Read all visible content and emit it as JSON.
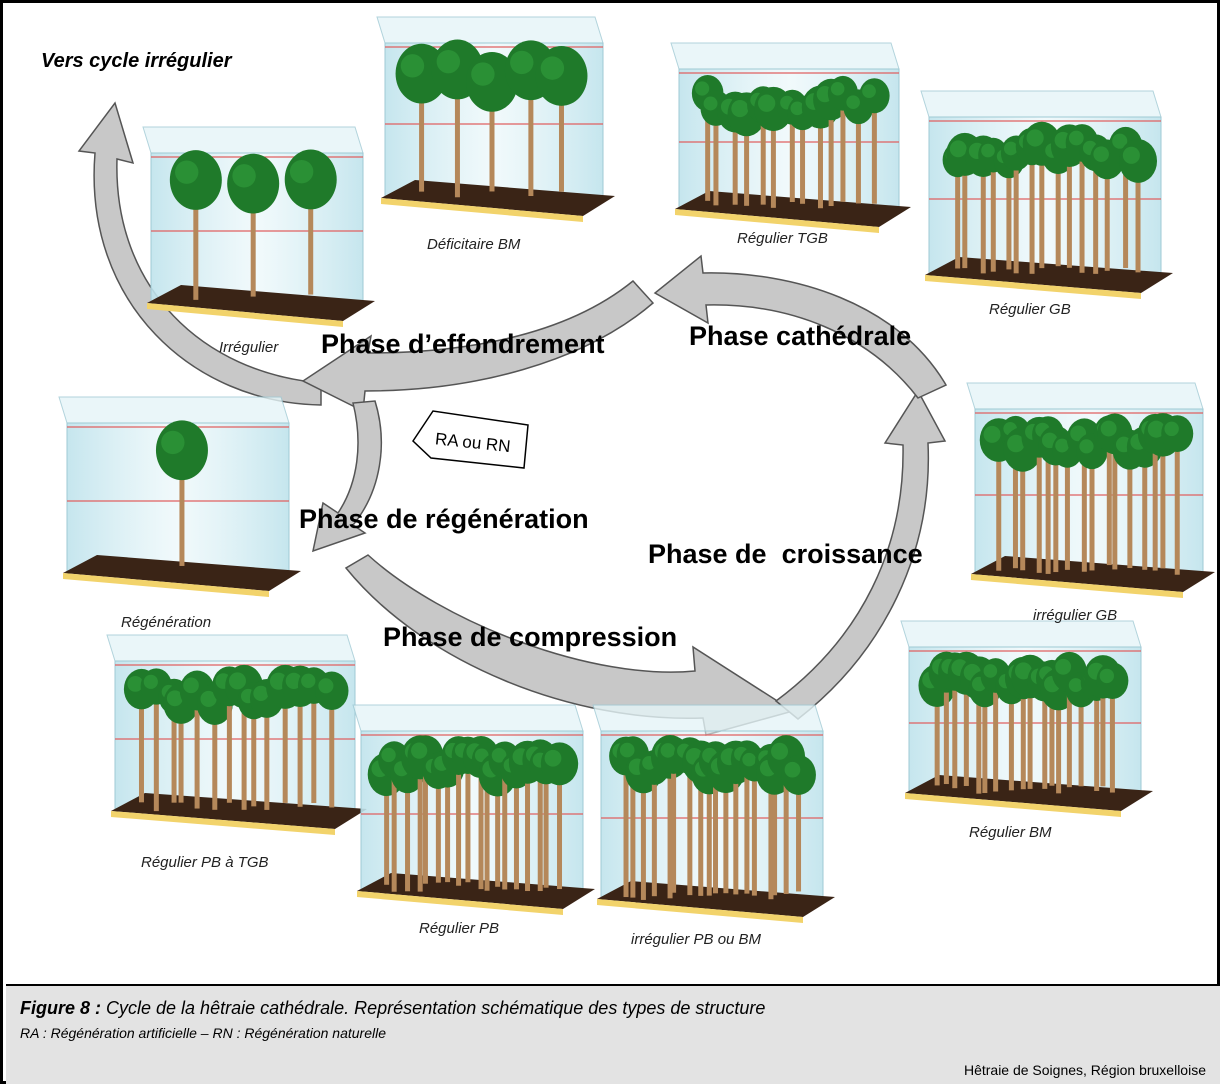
{
  "diagram": {
    "top_label": "Vers cycle irrégulier",
    "phases": {
      "effondrement": "Phase d’effondrement",
      "cathedrale": "Phase cathédrale",
      "regeneration": "Phase de régénération",
      "croissance": "Phase de  croissance",
      "compression": "Phase de compression"
    },
    "ra_rn_label": "RA ou RN",
    "stands": [
      {
        "label": "Irrégulier"
      },
      {
        "label": "Déficitaire BM"
      },
      {
        "label": "Régulier TGB"
      },
      {
        "label": "Régulier GB"
      },
      {
        "label": "Régénération"
      },
      {
        "label": "irrégulier GB"
      },
      {
        "label": "Régulier PB à TGB"
      },
      {
        "label": "Régulier PB"
      },
      {
        "label": "irrégulier PB ou BM"
      },
      {
        "label": "Régulier BM"
      }
    ],
    "colors": {
      "arrow_fill": "#c8c8c8",
      "canopy": "#1f7a2a",
      "trunk": "#b5885a",
      "soil": "#3a2416",
      "box_tint": "#cfe9f0",
      "level_line": "#e06060"
    }
  },
  "caption": {
    "figure_label": "Figure 8 :",
    "figure_title": " Cycle de la hêtraie cathédrale. Représentation schématique des types de structure",
    "subtitle": "RA : Régénération artificielle – RN : Régénération naturelle",
    "source": "Hêtraie de Soignes, Région bruxelloise"
  }
}
